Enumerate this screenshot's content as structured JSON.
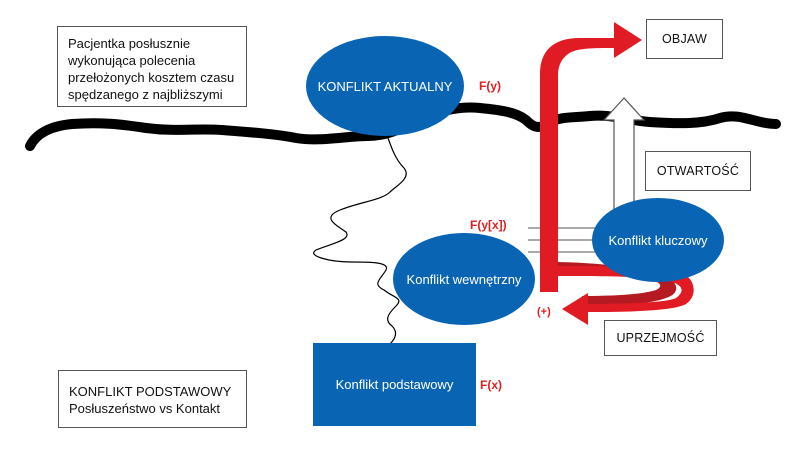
{
  "note": {
    "lines": [
      "Pacjentka posłusznie",
      "wykonująca polecenia",
      "przełożonych kosztem czasu",
      "spędzanego z najbliższymi"
    ]
  },
  "conflicts": {
    "actual": "KONFLIKT AKTUALNY",
    "inner": "Konflikt wewnętrzny",
    "key": "Konflikt kluczowy",
    "basic": "Konflikt podstawowy"
  },
  "functions": {
    "fy": "F(y)",
    "fyx": "F(y[x])",
    "plus": "(+)",
    "fx": "F(x)"
  },
  "tags": {
    "objaw": "OBJAW",
    "otwartosc": "OTWARTOŚĆ",
    "uprzejmosc": "UPRZEJMOŚĆ"
  },
  "basic_conflict": {
    "title": "KONFLIKT PODSTAWOWY",
    "subtitle": "Posłuszeństwo vs Kontakt"
  },
  "colors": {
    "blue": "#0a64b4",
    "red": "#e01b24",
    "dark_red": "#b51a22",
    "black": "#000000"
  }
}
